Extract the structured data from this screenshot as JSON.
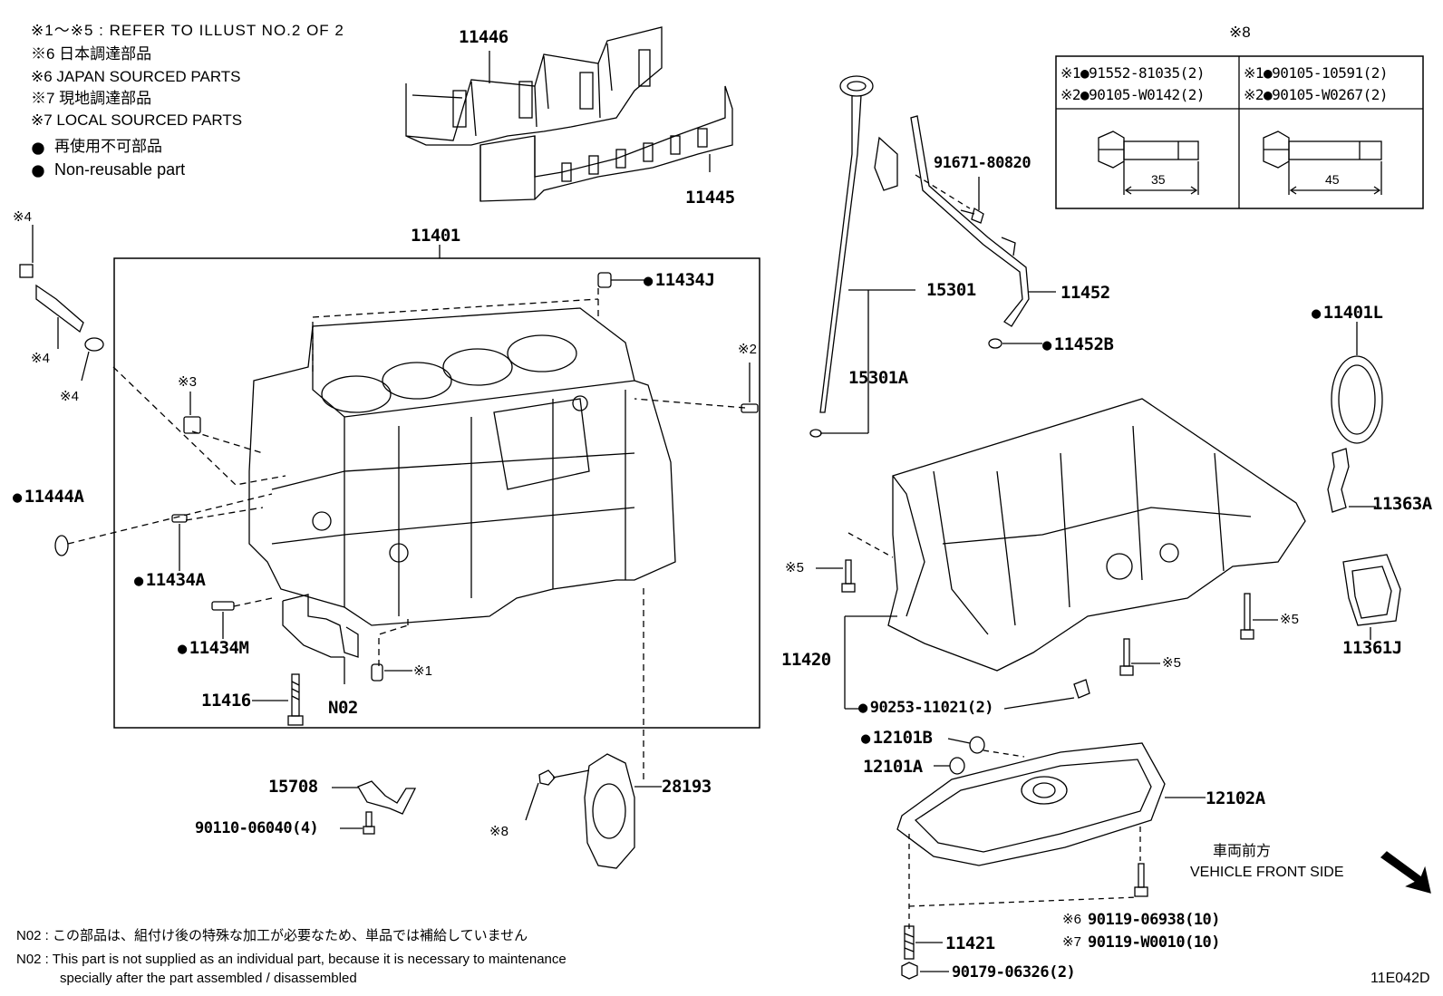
{
  "legend": {
    "ref_note": "※1〜※5 : REFER TO ILLUST NO.2 OF 2",
    "jp6": "※6 日本調達部品",
    "en6": "※6 JAPAN SOURCED PARTS",
    "jp7": "※7 現地調達部品",
    "en7": "※7 LOCAL SOURCED PARTS",
    "nonreuse_jp": "再使用不可部品",
    "nonreuse_en": "Non-reusable part"
  },
  "table8": {
    "title": "※8",
    "left_row1": "※1●91552-81035(2)",
    "left_row2": "※2●90105-W0142(2)",
    "right_row1": "※1●90105-10591(2)",
    "right_row2": "※2●90105-W0267(2)",
    "left_length": "35",
    "right_length": "45"
  },
  "parts": {
    "p11446": "11446",
    "p11445": "11445",
    "p11401": "11401",
    "p11434J": "11434J",
    "p15301": "15301",
    "p15301A": "15301A",
    "p91671": "91671-80820",
    "p11452": "11452",
    "p11452B": "11452B",
    "p11401L": "11401L",
    "p11363A": "11363A",
    "p11361J": "11361J",
    "p11444A": "11444A",
    "p11434A": "11434A",
    "p11434M": "11434M",
    "p11416": "11416",
    "pN02": "N02",
    "p11420": "11420",
    "p90253": "90253-11021(2)",
    "p12101B": "12101B",
    "p12101A": "12101A",
    "p12102A": "12102A",
    "p15708": "15708",
    "p90110": "90110-06040(4)",
    "p28193": "28193",
    "p11421": "11421",
    "p90179": "90179-06326(2)",
    "p90119a": "90119-06938(10)",
    "p90119b": "90119-W0010(10)"
  },
  "refs": {
    "r4a": "※4",
    "r4b": "※4",
    "r4c": "※4",
    "r3": "※3",
    "r2": "※2",
    "r1": "※1",
    "r5a": "※5",
    "r5b": "※5",
    "r5c": "※5",
    "r8": "※8",
    "r6": "※6",
    "r7": "※7"
  },
  "direction": {
    "jp": "車両前方",
    "en": "VEHICLE FRONT SIDE"
  },
  "footer": {
    "n02_jp": "N02 : この部品は、組付け後の特殊な加工が必要なため、単品では補給していません",
    "n02_en1": "N02 : This part is not supplied as an individual part, because it is necessary to maintenance",
    "n02_en2": "specially after the part assembled / disassembled",
    "code": "11E042D"
  }
}
